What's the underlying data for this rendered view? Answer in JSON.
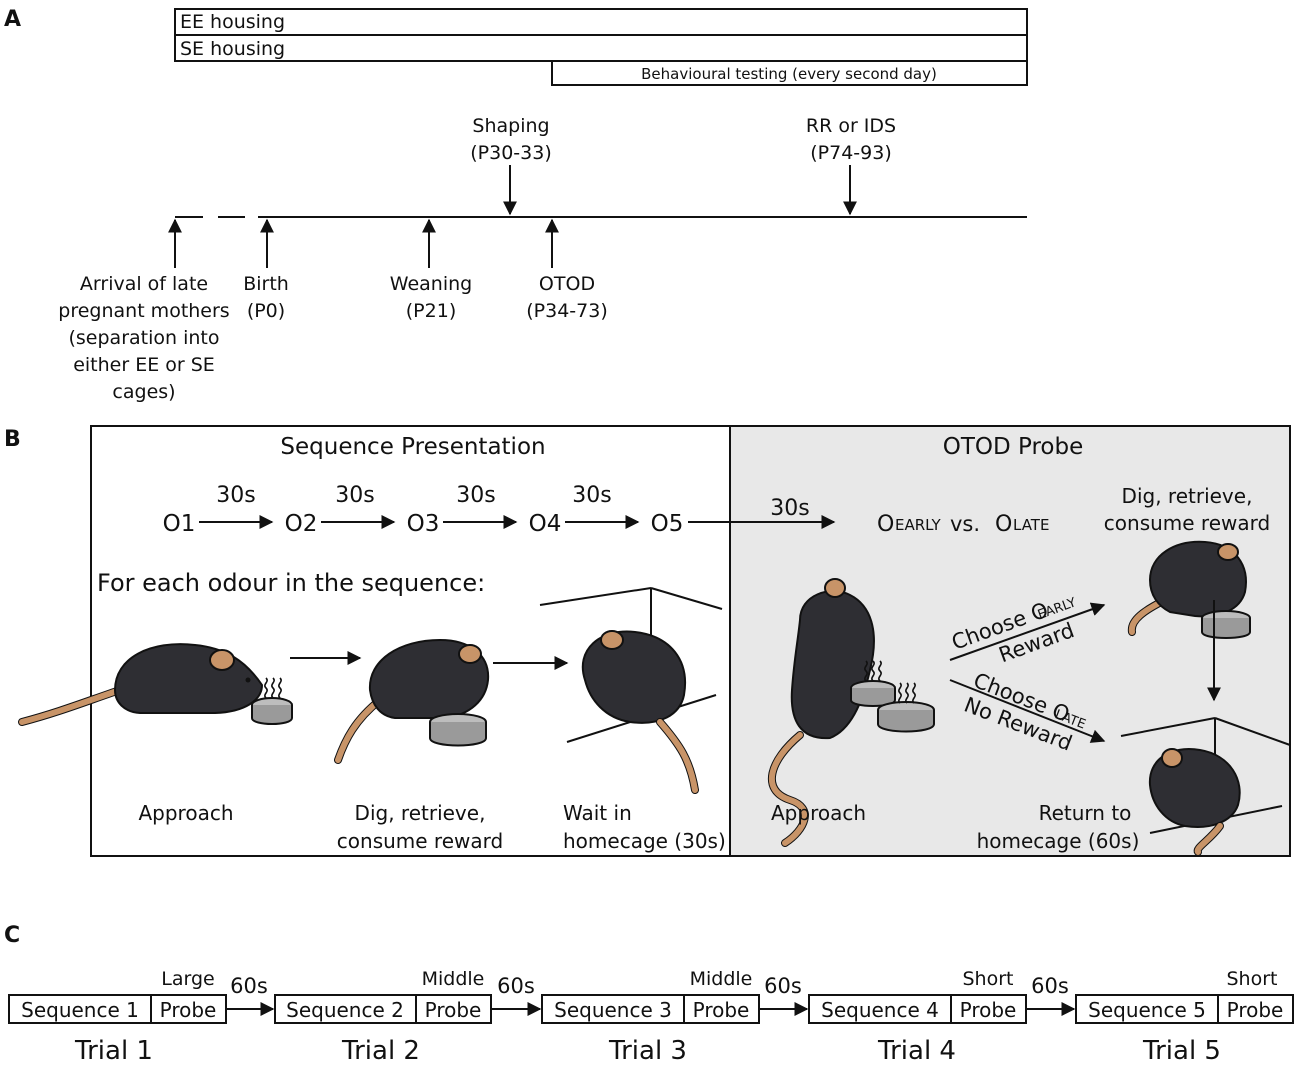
{
  "panels": {
    "a": "A",
    "b": "B",
    "c": "C"
  },
  "timeline": {
    "bars": [
      "EE housing",
      "SE housing",
      "Behavioural testing (every second day)"
    ],
    "above": [
      {
        "label": "Shaping",
        "range": "(P30-33)"
      },
      {
        "label": "RR or IDS",
        "range": "(P74-93)"
      }
    ],
    "below": [
      {
        "lines": [
          "Arrival of late",
          "pregnant mothers",
          "(separation into",
          "either EE or SE",
          "cages)"
        ]
      },
      {
        "lines": [
          "Birth",
          "(P0)"
        ]
      },
      {
        "lines": [
          "Weaning",
          "(P21)"
        ]
      },
      {
        "lines": [
          "OTOD",
          "(P34-73)"
        ]
      }
    ]
  },
  "panel_b": {
    "left_title": "Sequence Presentation",
    "right_title": "OTOD Probe",
    "odours": [
      "O1",
      "O2",
      "O3",
      "O4",
      "O5"
    ],
    "intervals": [
      "30s",
      "30s",
      "30s",
      "30s",
      "30s"
    ],
    "choice": {
      "o_early_big": "O",
      "o_early_small": "EARLY",
      "vs": "vs.",
      "o_late_big": "O",
      "o_late_small": "LATE"
    },
    "each_odour": "For each odour in the sequence:",
    "left_captions": [
      {
        "lines": [
          "Approach"
        ]
      },
      {
        "lines": [
          "Dig, retrieve,",
          "consume reward"
        ]
      },
      {
        "lines": [
          "Wait in",
          "homecage (30s)"
        ]
      }
    ],
    "right_captions": {
      "approach": "Approach",
      "top_right": [
        "Dig, retrieve,",
        "consume reward"
      ],
      "bottom_right": [
        "Return to",
        "homecage (60s)"
      ]
    },
    "arrows": {
      "choose_early": "Choose O",
      "choose_early_sub": "EARLY",
      "reward": "Reward",
      "choose_late": "Choose O",
      "choose_late_sub": "LATE",
      "no_reward": "No Reward"
    }
  },
  "panel_c": {
    "trials": [
      {
        "sequence": "Sequence 1",
        "probe": "Probe",
        "size": "Large",
        "trial": "Trial 1"
      },
      {
        "sequence": "Sequence 2",
        "probe": "Probe",
        "size": "Middle",
        "trial": "Trial 2"
      },
      {
        "sequence": "Sequence 3",
        "probe": "Probe",
        "size": "Middle",
        "trial": "Trial 3"
      },
      {
        "sequence": "Sequence 4",
        "probe": "Probe",
        "size": "Short",
        "trial": "Trial 4"
      },
      {
        "sequence": "Sequence 5",
        "probe": "Probe",
        "size": "Short",
        "trial": "Trial 5"
      }
    ],
    "gaps": [
      "60s",
      "60s",
      "60s",
      "60s"
    ]
  }
}
